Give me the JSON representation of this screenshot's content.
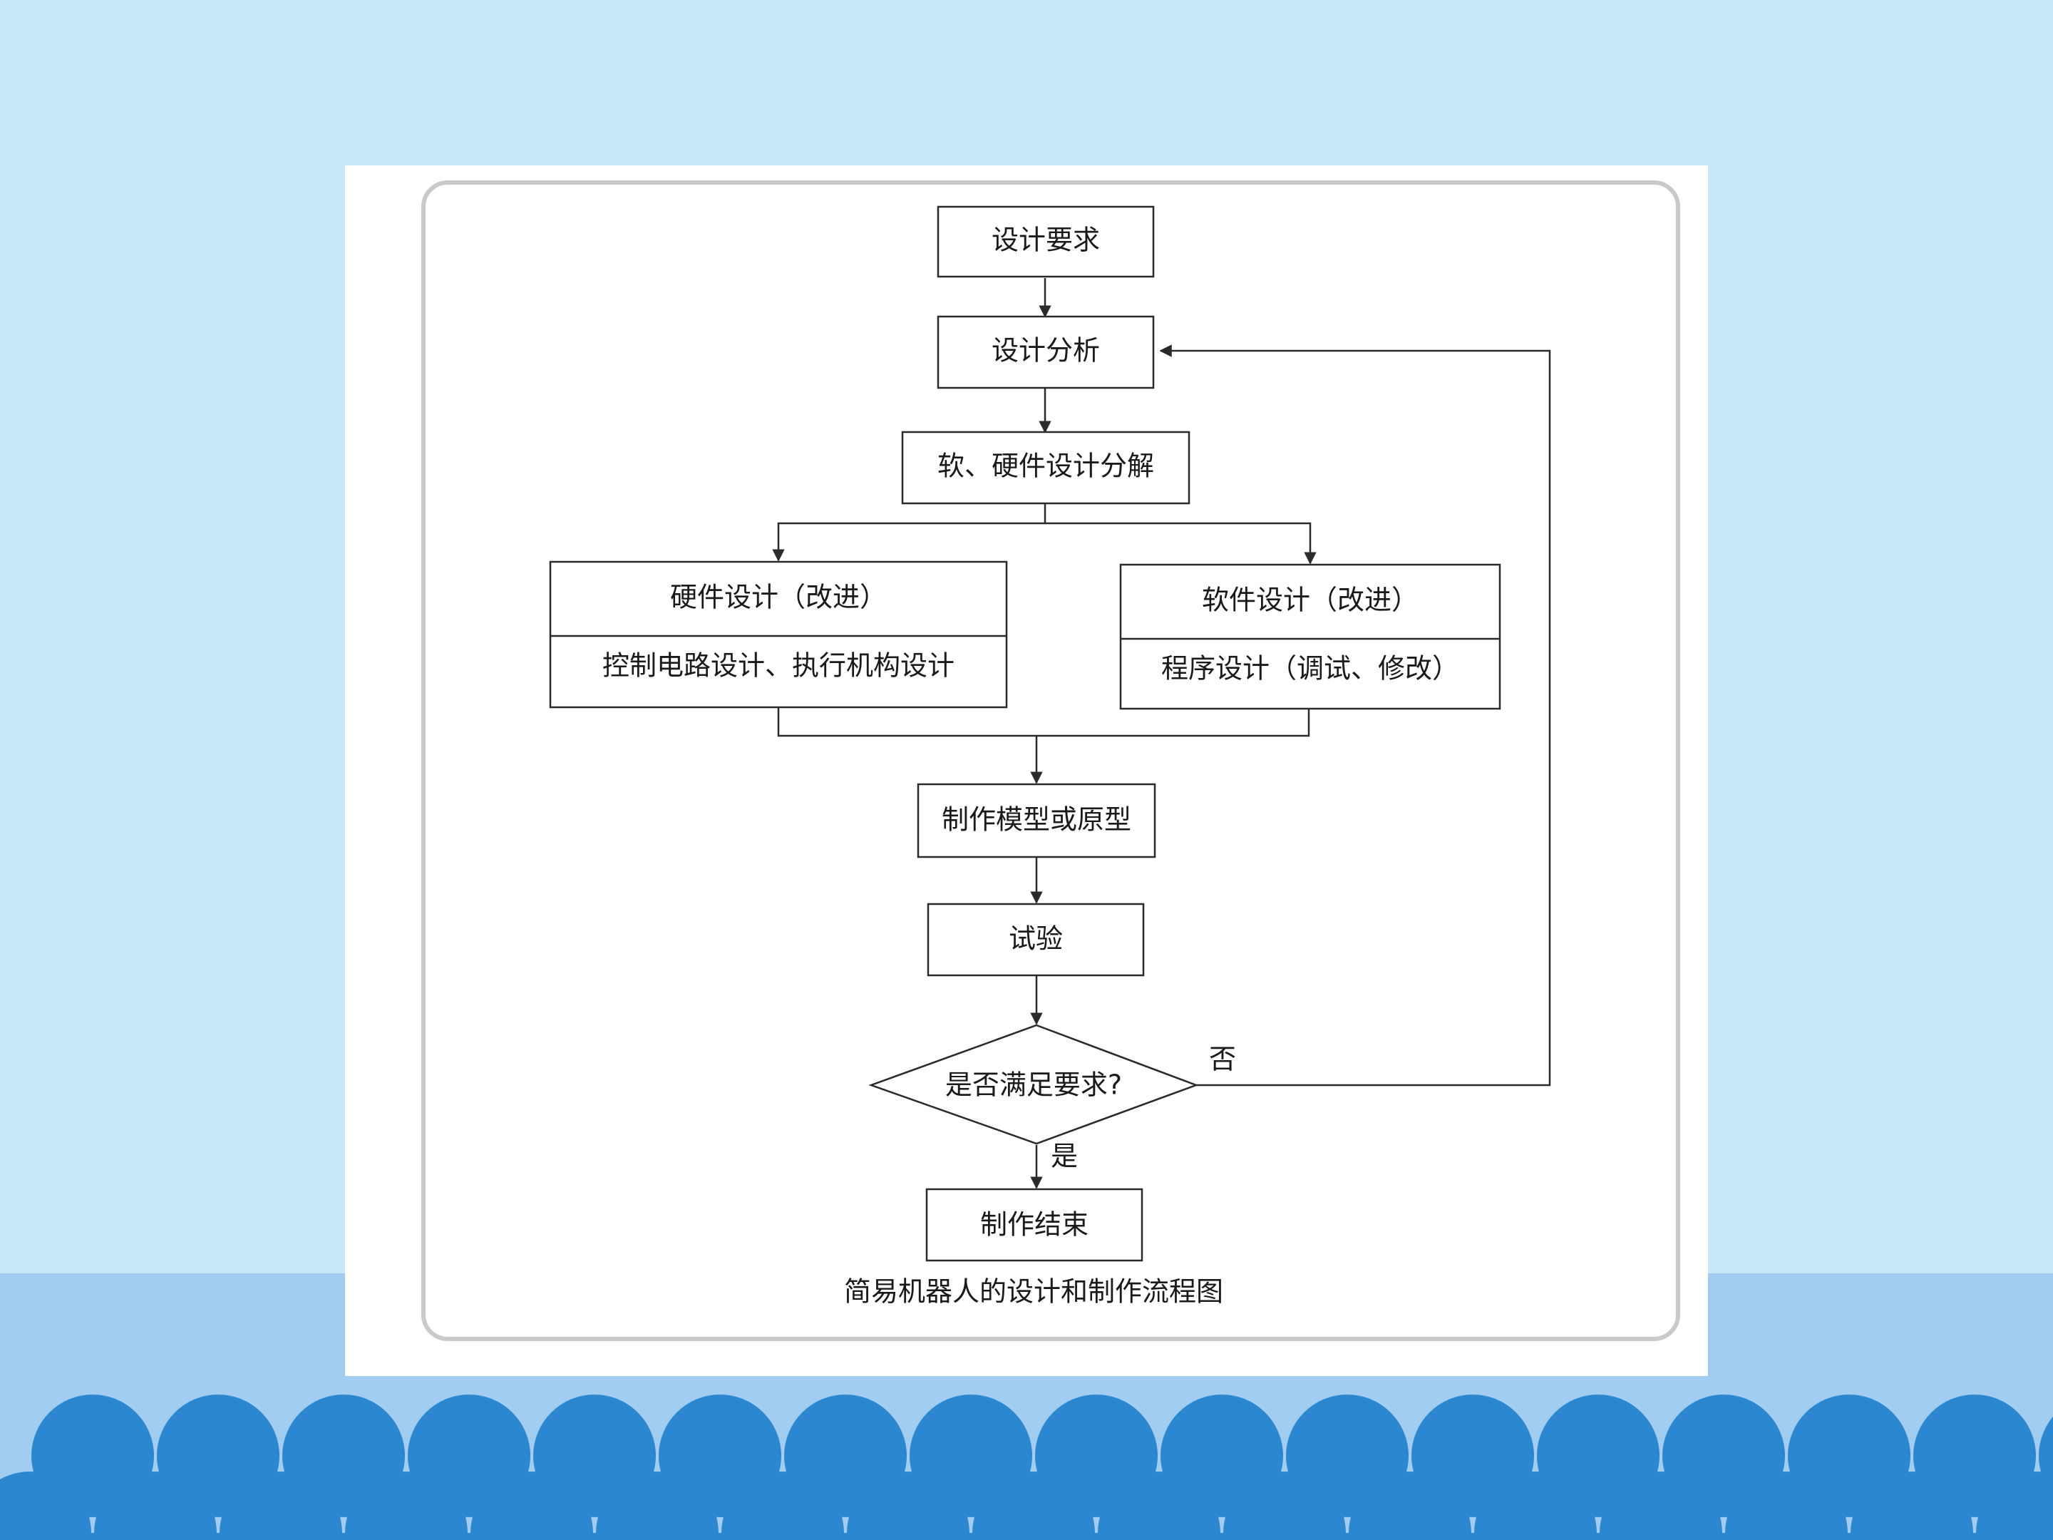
{
  "colors": {
    "sky": "#c8e8f9",
    "band": "#a2cdf0",
    "wave": "#2b87cf",
    "card": "#ffffff",
    "line": "#2a2a2a"
  },
  "flowchart": {
    "start": "设计要求",
    "analysis": "设计分析",
    "decompose": "软、硬件设计分解",
    "hardware": {
      "title": "硬件设计（改进）",
      "detail": "控制电路设计、执行机构设计"
    },
    "software": {
      "title": "软件设计（改进）",
      "detail": "程序设计（调试、修改）"
    },
    "model": "制作模型或原型",
    "test": "试验",
    "decision": "是否满足要求?",
    "no_label": "否",
    "yes_label": "是",
    "end": "制作结束"
  },
  "caption": "简易机器人的设计和制作流程图"
}
